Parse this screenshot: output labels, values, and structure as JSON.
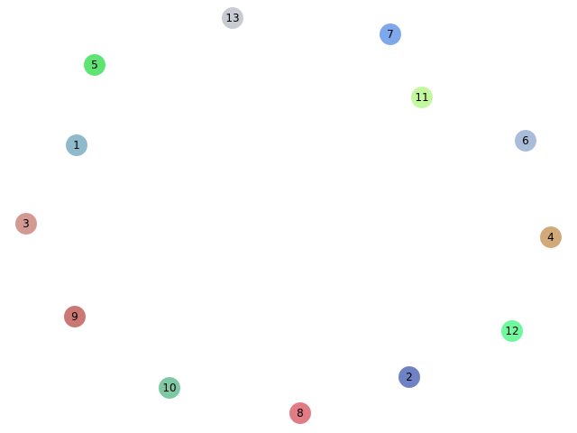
{
  "graph": {
    "nodes": [
      {
        "id": "1",
        "label": "1",
        "color": "#8fbacb"
      },
      {
        "id": "2",
        "label": "2",
        "color": "#6f82c4"
      },
      {
        "id": "3",
        "label": "3",
        "color": "#d29a92"
      },
      {
        "id": "4",
        "label": "4",
        "color": "#d2aa7a"
      },
      {
        "id": "5",
        "label": "5",
        "color": "#5ee472"
      },
      {
        "id": "6",
        "label": "6",
        "color": "#a9bcd9"
      },
      {
        "id": "7",
        "label": "7",
        "color": "#7fa8ec"
      },
      {
        "id": "8",
        "label": "8",
        "color": "#e07c84"
      },
      {
        "id": "9",
        "label": "9",
        "color": "#cb7875"
      },
      {
        "id": "10",
        "label": "10",
        "color": "#7fc8a4"
      },
      {
        "id": "11",
        "label": "11",
        "color": "#c4f89e"
      },
      {
        "id": "12",
        "label": "12",
        "color": "#6ff89e"
      },
      {
        "id": "13",
        "label": "13",
        "color": "#c8cbd2"
      }
    ],
    "edges": []
  }
}
